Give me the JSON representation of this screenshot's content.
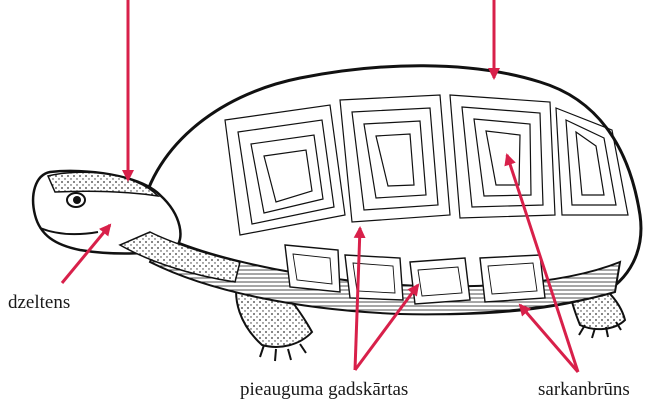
{
  "labels": {
    "head": "dzeltens",
    "growth_rings": "pieauguma gadskārtas",
    "color": "sarkanbrūns"
  },
  "colors": {
    "arrow": "#d8204a",
    "ink": "#111111",
    "background": "#ffffff"
  }
}
